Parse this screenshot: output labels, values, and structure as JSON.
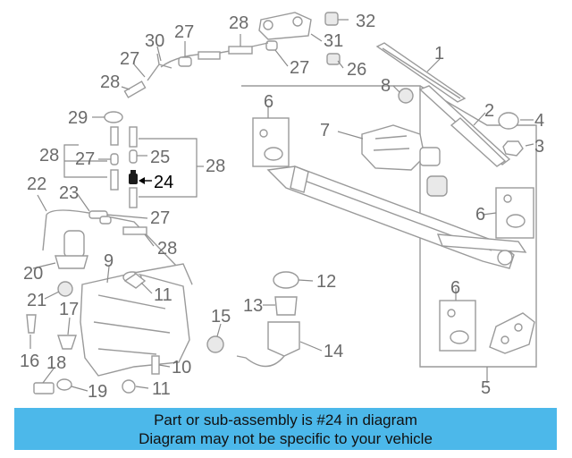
{
  "diagram": {
    "highlight_label": "24",
    "labels": [
      "1",
      "2",
      "3",
      "4",
      "5",
      "6",
      "6",
      "6",
      "7",
      "8",
      "9",
      "10",
      "11",
      "11",
      "12",
      "13",
      "14",
      "15",
      "16",
      "17",
      "18",
      "19",
      "20",
      "21",
      "22",
      "23",
      "24",
      "25",
      "26",
      "27",
      "27",
      "27",
      "27",
      "27",
      "28",
      "28",
      "28",
      "28",
      "28",
      "29",
      "30",
      "31",
      "32"
    ]
  },
  "footer": {
    "line1": "Part or sub-assembly is #24 in diagram",
    "line2": "Diagram may not be specific to your vehicle"
  },
  "colors": {
    "footer_background": "#4cb8ea",
    "line_art": "#9a9a9a",
    "label_text": "#6b6b6b",
    "highlight_text": "#000000"
  }
}
